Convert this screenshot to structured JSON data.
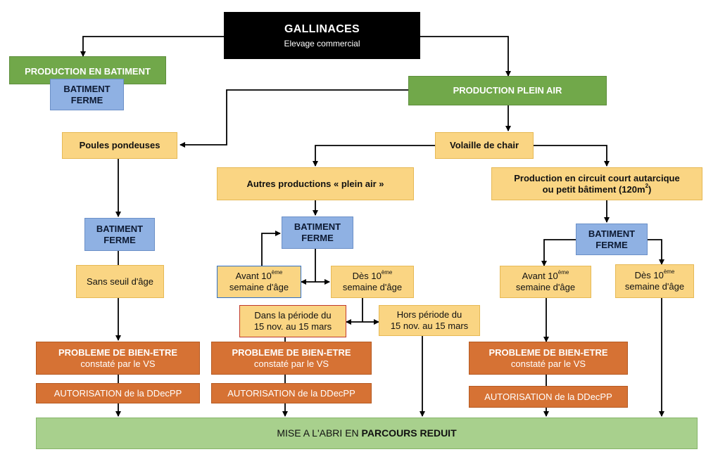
{
  "nodes": {
    "root": {
      "title": "GALLINACES",
      "subtitle": "Elevage commercial"
    },
    "batiment_production": {
      "label": "PRODUCTION EN BATIMENT"
    },
    "batiment_ferme_top": {
      "line1": "BATIMENT",
      "line2": "FERME"
    },
    "plein_air": {
      "label": "PRODUCTION PLEIN AIR"
    },
    "poules": {
      "label": "Poules pondeuses"
    },
    "volaille": {
      "label": "Volaille de chair"
    },
    "autres": {
      "label": "Autres productions « plein air »"
    },
    "circuit": {
      "line1": "Production en circuit court autarcique",
      "line2_a": "ou petit bâtiment (120m",
      "line2_sup": "2",
      "line2_b": ")"
    },
    "bf_left": {
      "line1": "BATIMENT",
      "line2": "FERME"
    },
    "bf_mid": {
      "line1": "BATIMENT",
      "line2": "FERME"
    },
    "bf_right": {
      "line1": "BATIMENT",
      "line2": "FERME"
    },
    "sans_seuil": {
      "label": "Sans seuil d'âge"
    },
    "avant_mid": {
      "a": "Avant 10",
      "sup": "ème",
      "b": "semaine d'âge"
    },
    "des_mid": {
      "a": "Dès 10",
      "sup": "ème",
      "b": "semaine d'âge"
    },
    "avant_right": {
      "a": "Avant 10",
      "sup": "ème",
      "b": "semaine d'âge"
    },
    "des_right": {
      "a": "Dès 10",
      "sup": "ème",
      "b": "semaine d'âge"
    },
    "dans_periode": {
      "line1": "Dans la période du",
      "line2": "15 nov. au 15 mars"
    },
    "hors_periode": {
      "line1": "Hors période du",
      "line2": "15 nov. au 15 mars"
    },
    "probleme_left": {
      "line1": "PROBLEME DE BIEN-ETRE",
      "line2": "constaté par le VS"
    },
    "probleme_mid": {
      "line1": "PROBLEME DE BIEN-ETRE",
      "line2": "constaté par le VS"
    },
    "probleme_right": {
      "line1": "PROBLEME DE BIEN-ETRE",
      "line2": "constaté par le VS"
    },
    "autorisation_left": {
      "label": "AUTORISATION de la DDecPP"
    },
    "autorisation_mid": {
      "label": "AUTORISATION de la DDecPP"
    },
    "autorisation_right": {
      "label": "AUTORISATION de la DDecPP"
    },
    "mise_abri": {
      "prefix": "MISE A L'ABRI EN ",
      "bold": "PARCOURS REDUIT"
    }
  },
  "colors": {
    "black": "#000000",
    "green": "#71a84a",
    "blue": "#8fb1e3",
    "yellow": "#fad583",
    "orange": "#d67234",
    "light_green": "#a8d08d",
    "red_border": "#c0392b",
    "blue_border": "#2e6fc7"
  }
}
